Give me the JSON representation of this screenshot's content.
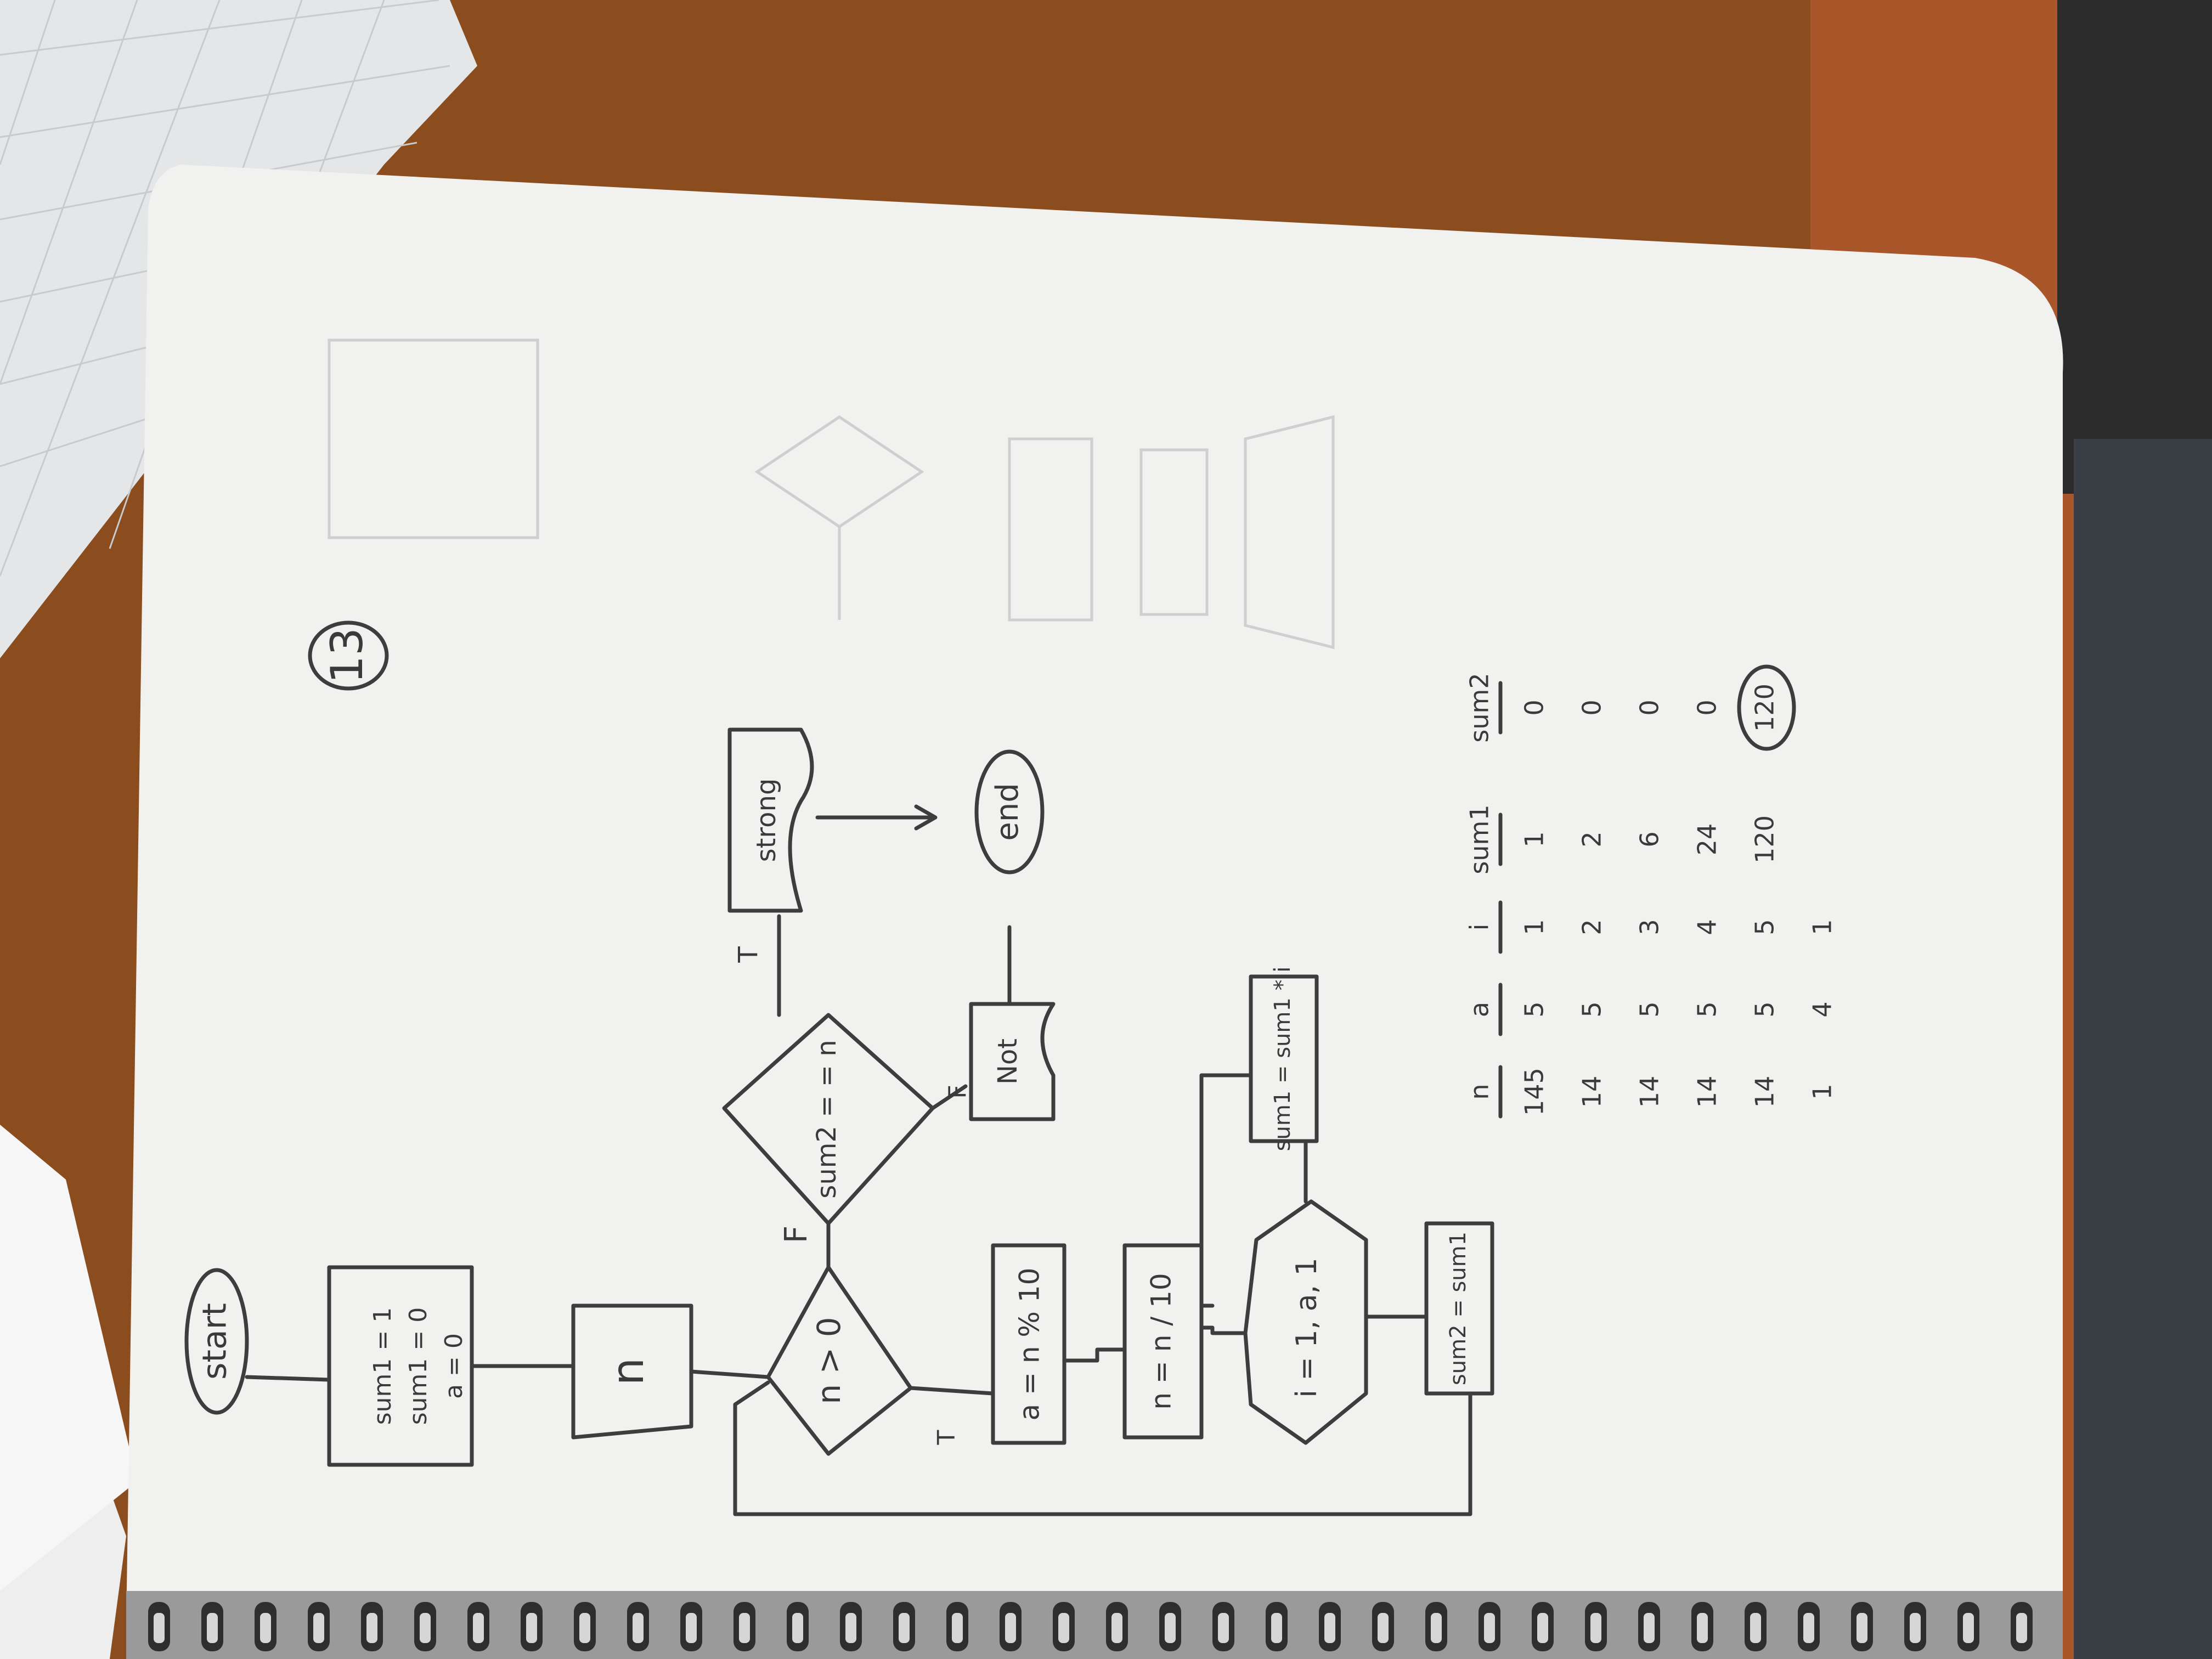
{
  "page_number": "13",
  "flowchart": {
    "start": "start",
    "init": [
      "sum1 = 1",
      "sum1 = 0",
      "a = 0"
    ],
    "input": "n",
    "cond_n": "n > 0",
    "mod": "a = n % 10",
    "div": "n = n / 10",
    "loop": "i = 1, a, 1",
    "mult": "sum1 = sum1 * i",
    "assign": "sum2 = sum1",
    "cond_eq": "sum2 = = n",
    "out_true": "strong",
    "out_false": "Not",
    "end": "end",
    "label_T1": "T",
    "label_F1": "F",
    "label_T2": "T",
    "label_F2": "F"
  },
  "trace_table": {
    "headers": [
      "n",
      "a",
      "i",
      "sum1",
      "sum2"
    ],
    "rows": [
      [
        "145",
        "5",
        "1",
        "1",
        "0"
      ],
      [
        "14",
        "5",
        "2",
        "2",
        "0"
      ],
      [
        "14",
        "5",
        "3",
        "6",
        "0"
      ],
      [
        "14",
        "5",
        "4",
        "24",
        "0"
      ],
      [
        "14",
        "5",
        "5",
        "120",
        "120"
      ],
      [
        "1",
        "4",
        "1",
        "",
        ""
      ]
    ]
  }
}
